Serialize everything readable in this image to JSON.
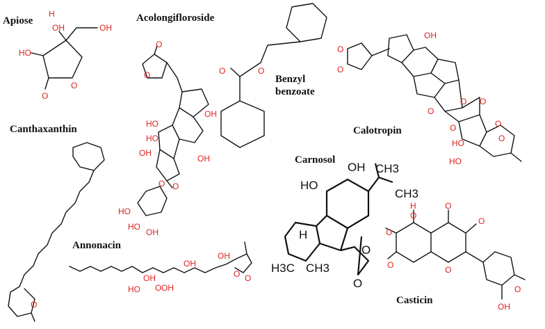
{
  "molecules": [
    {
      "name": "Apiose",
      "atoms": [
        "OH",
        "H",
        "OH",
        "HO",
        "O",
        "O"
      ]
    },
    {
      "name": "Acolongifloroside",
      "atoms": [
        "O",
        "O",
        "OH",
        "HO",
        "HO",
        "OH",
        "OH",
        "O",
        "O",
        "HO",
        "HO",
        "OH"
      ]
    },
    {
      "name_lines": [
        "Benzyl",
        "benzoate"
      ],
      "atoms": [
        "O",
        "O"
      ]
    },
    {
      "name": "Calotropin",
      "atoms": [
        "O",
        "O",
        "OH",
        "O",
        "O",
        "O",
        "O",
        "O",
        "HO",
        "HO",
        "O"
      ]
    },
    {
      "name": "Canthaxanthin",
      "atoms": [
        "O"
      ]
    },
    {
      "name": "Annonacin",
      "atoms": [
        "OH",
        "HO",
        "O",
        "OH",
        "OH",
        "OH",
        "O",
        "O"
      ]
    },
    {
      "name": "Carnosol",
      "atoms": [
        "OH",
        "CH3",
        "HO",
        "CH3",
        "O",
        "H",
        "H3C",
        "CH3",
        "O"
      ]
    },
    {
      "name": "Casticin",
      "atoms": [
        "H",
        "O",
        "O",
        "O",
        "O",
        "O",
        "O",
        "O",
        "OH"
      ]
    }
  ]
}
